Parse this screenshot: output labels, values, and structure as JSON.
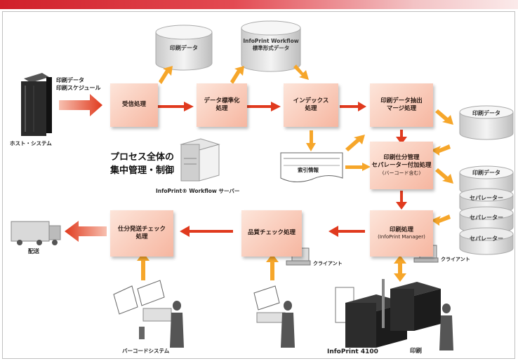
{
  "host": {
    "title": "印刷データ\n印刷スケジュール",
    "caption": "ホスト・システム"
  },
  "processes": {
    "receive": "受信処理",
    "standardize": "データ標準化\n処理",
    "index": "インデックス\n処理",
    "extract_merge": "印刷データ抽出\nマージ処理",
    "print_sort": "印刷仕分管理\nセパレーター付加処理",
    "print_sort_note": "(バーコード含む)",
    "print": "印刷処理",
    "print_note": "(InfoPrint Manager)",
    "quality_check": "品質チェック処理",
    "ship_check": "仕分発送チェック\n処理"
  },
  "stores": {
    "print_data_top": "印刷データ",
    "workflow_format": "InfoPrint Workflow\n標準形式データ",
    "print_data_right": "印刷データ",
    "print_data_stack": "印刷データ",
    "separator": "セパレーター"
  },
  "index_doc": "索引情報",
  "center": {
    "title": "プロセス全体の\n集中管理・制御",
    "server": "InfoPrint® Workflow サーバー"
  },
  "clients": [
    "クライアント",
    "クライアント"
  ],
  "labels": {
    "delivery": "配送",
    "barcode_system": "バーコードシステム",
    "printer_model": "InfoPrint 4100",
    "print": "印刷"
  }
}
